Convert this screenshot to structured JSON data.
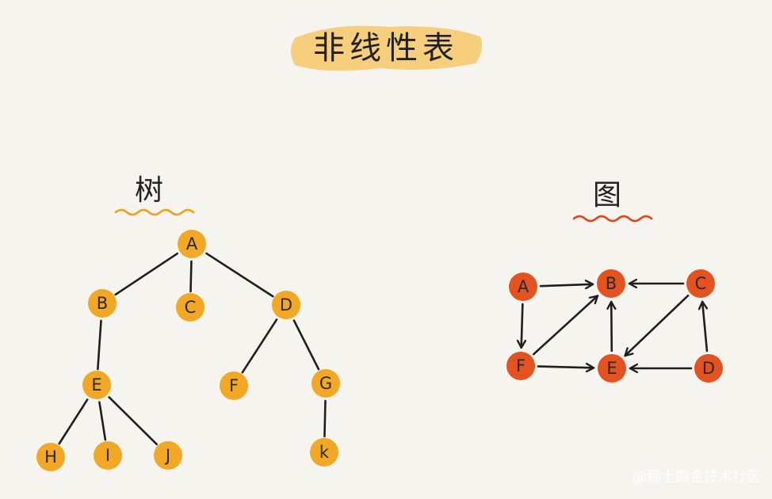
{
  "title": "非线性表",
  "tree": {
    "label": "树",
    "node_color": "#f2a825",
    "nodes": [
      {
        "id": "A"
      },
      {
        "id": "B"
      },
      {
        "id": "C"
      },
      {
        "id": "D"
      },
      {
        "id": "E"
      },
      {
        "id": "F"
      },
      {
        "id": "G"
      },
      {
        "id": "H"
      },
      {
        "id": "I"
      },
      {
        "id": "J"
      },
      {
        "id": "k"
      }
    ],
    "edges": [
      [
        "A",
        "B"
      ],
      [
        "A",
        "C"
      ],
      [
        "A",
        "D"
      ],
      [
        "B",
        "E"
      ],
      [
        "D",
        "F"
      ],
      [
        "D",
        "G"
      ],
      [
        "E",
        "H"
      ],
      [
        "E",
        "I"
      ],
      [
        "E",
        "J"
      ],
      [
        "G",
        "k"
      ]
    ]
  },
  "graph": {
    "label": "图",
    "node_color": "#e4531f",
    "nodes": [
      {
        "id": "A"
      },
      {
        "id": "B"
      },
      {
        "id": "C"
      },
      {
        "id": "F"
      },
      {
        "id": "E"
      },
      {
        "id": "D"
      }
    ],
    "edges": [
      [
        "A",
        "B"
      ],
      [
        "C",
        "B"
      ],
      [
        "A",
        "F"
      ],
      [
        "F",
        "B"
      ],
      [
        "E",
        "B"
      ],
      [
        "C",
        "E"
      ],
      [
        "F",
        "E"
      ],
      [
        "D",
        "E"
      ],
      [
        "D",
        "C"
      ]
    ]
  },
  "colors": {
    "background": "#f6f4ef",
    "title_highlight": "#f7c766",
    "tree_underline": "#f0a020",
    "graph_underline": "#e2441c",
    "edge": "#1f1f1f"
  },
  "watermark": "@稀土掘金技术社区"
}
